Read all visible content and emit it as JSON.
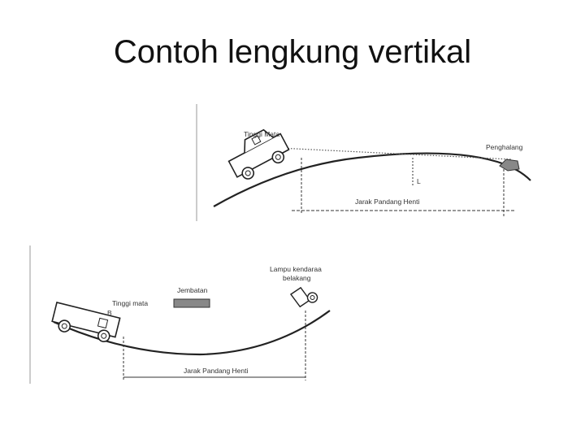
{
  "slide": {
    "title": "Contoh lengkung vertikal"
  },
  "figure_crest": {
    "eye_height_label": "Tinggi Mata",
    "obstacle_label": "Penghalang",
    "stopping_distance_label": "Jarak Pandang Henti",
    "curve_length_symbol": "L"
  },
  "figure_sag": {
    "eye_height_label": "Tinggi mata",
    "bridge_label": "Jembatan",
    "rear_lamp_label_line1": "Lampu kendaraa",
    "rear_lamp_label_line2": "belakang",
    "stopping_distance_label": "Jarak Pandang Henti",
    "car_label": "B"
  },
  "colors": {
    "ink": "#222222",
    "dotted": "#555555",
    "obstacle": "#888888"
  }
}
